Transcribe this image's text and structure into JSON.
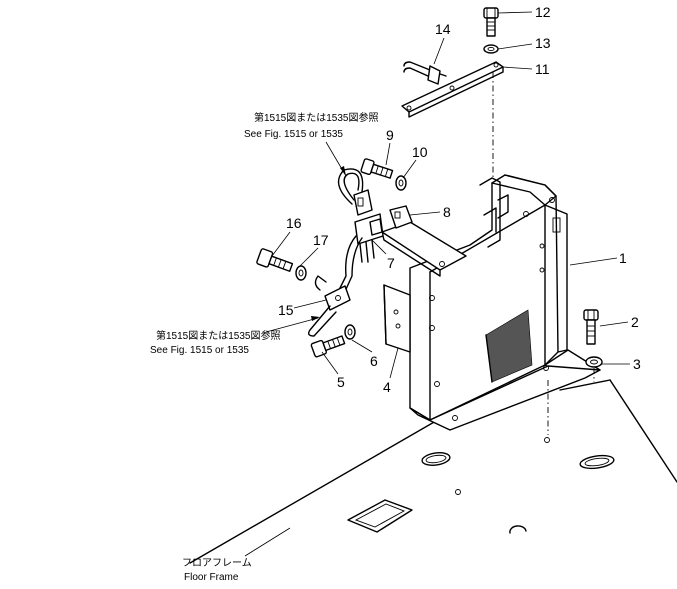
{
  "callouts": {
    "n1": "1",
    "n2": "2",
    "n3": "3",
    "n4": "4",
    "n5": "5",
    "n6": "6",
    "n7": "7",
    "n8": "8",
    "n9": "9",
    "n10": "10",
    "n11": "11",
    "n12": "12",
    "n13": "13",
    "n14": "14",
    "n15": "15",
    "n16": "16",
    "n17": "17"
  },
  "notes": {
    "top_ref_jp": "第1515図または1535図参照",
    "top_ref_en": "See Fig. 1515 or 1535",
    "left_ref_jp": "第1515図または1535図参照",
    "left_ref_en": "See Fig. 1515 or 1535",
    "floor_jp": "フロアフレーム",
    "floor_en": "Floor Frame"
  }
}
